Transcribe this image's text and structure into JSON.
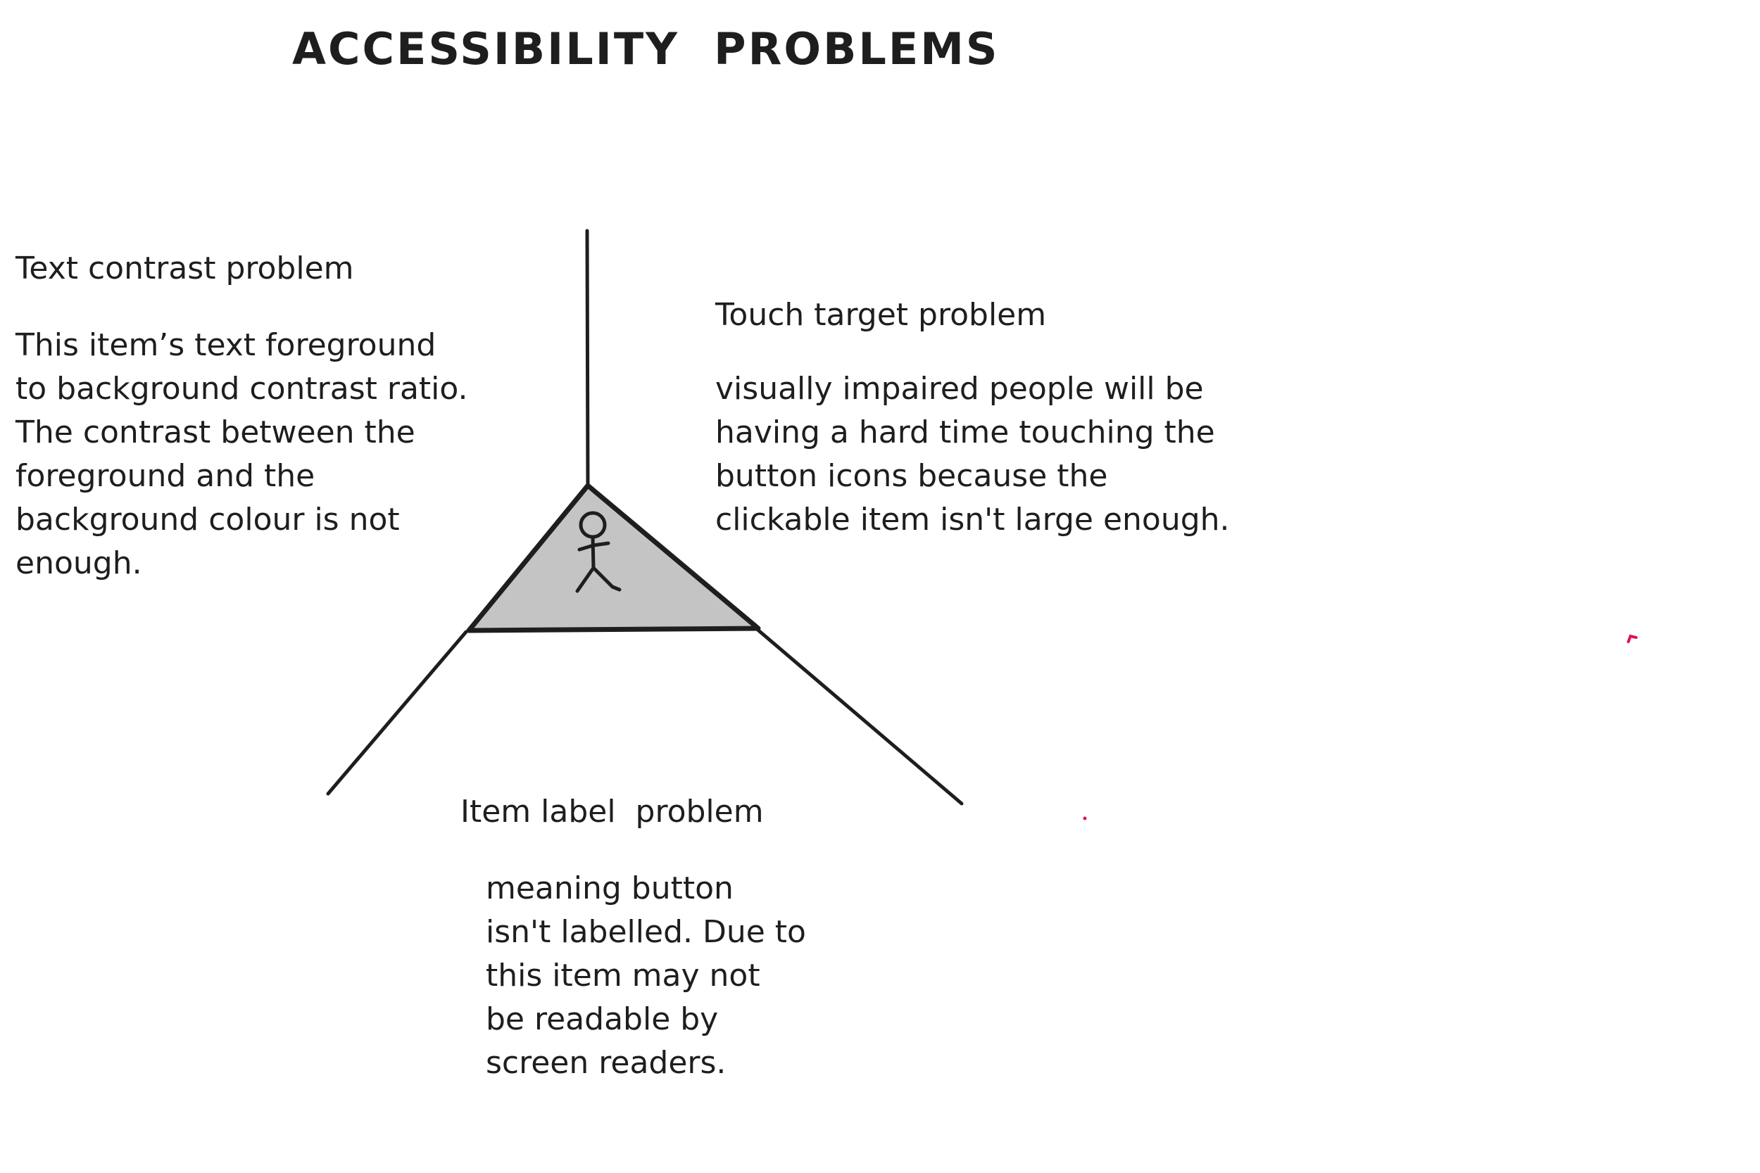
{
  "diagram": {
    "title": "ACCESSIBILITY  PROBLEMS",
    "sections": {
      "text_contrast": {
        "heading": "Text contrast problem",
        "body": "This item’s text foreground\nto background contrast ratio.\nThe contrast between the\nforeground and the\nbackground colour is not\nenough."
      },
      "touch_target": {
        "heading": "Touch target problem",
        "body": "visually impaired people will be\nhaving a hard time touching the\nbutton icons because the\nclickable item isn't large enough."
      },
      "item_label": {
        "heading": "Item label  problem",
        "body": "meaning button\nisn't labelled. Due to\nthis item may not\nbe readable by\nscreen readers."
      }
    },
    "colors": {
      "stroke": "#1e1e1e",
      "triangle_fill": "#c4c4c4",
      "stray_marks": "#e0115f",
      "background": "#ffffff"
    },
    "icons": [
      "stick-figure-icon"
    ]
  }
}
